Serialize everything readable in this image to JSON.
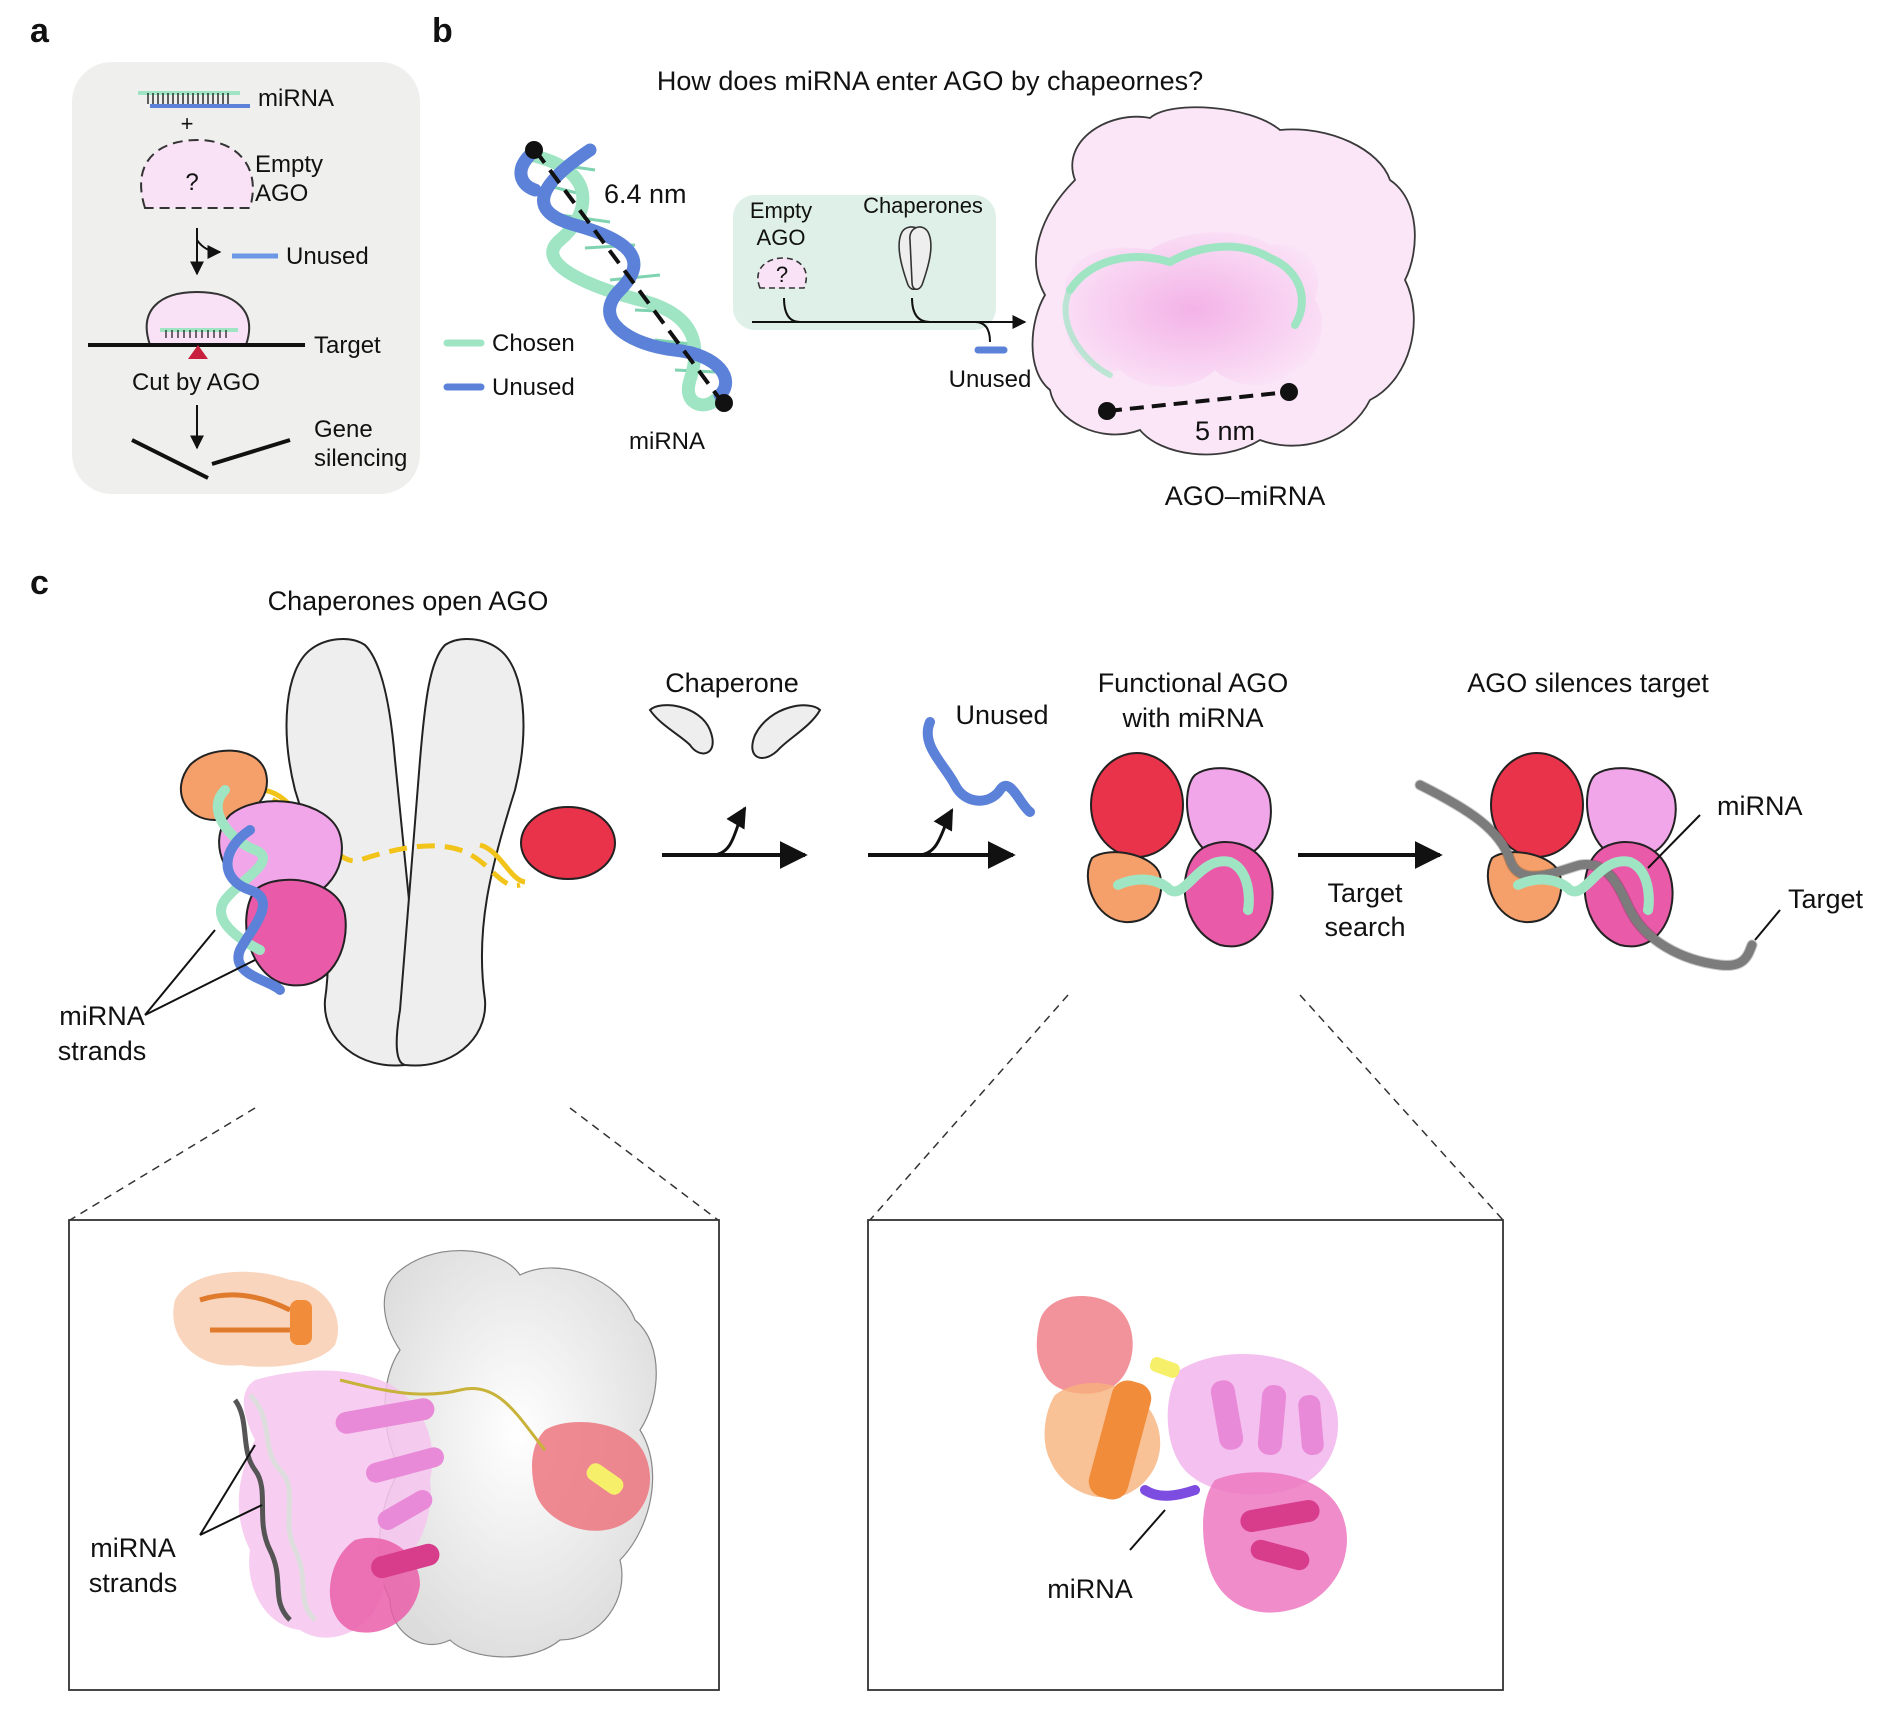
{
  "panels": {
    "a": {
      "letter": "a",
      "mirna_label": "miRNA",
      "plus": "+",
      "empty_ago_line1": "Empty",
      "empty_ago_line2": "AGO",
      "question": "?",
      "unused_label": "Unused",
      "target_label": "Target",
      "cut_label": "Cut by AGO",
      "gene_line1": "Gene",
      "gene_line2": "silencing"
    },
    "b": {
      "letter": "b",
      "title": "How does miRNA enter AGO by chapeornes?",
      "distance_mirna": "6.4 nm",
      "legend_chosen": "Chosen",
      "legend_unused": "Unused",
      "mirna_label": "miRNA",
      "empty_ago_line1": "Empty",
      "empty_ago_line2": "AGO",
      "question": "?",
      "chaperones_label": "Chaperones",
      "unused_label": "Unused",
      "distance_ago": "5 nm",
      "ago_mirna_label": "AGO–miRNA"
    },
    "c": {
      "letter": "c",
      "step1_title": "Chaperones open AGO",
      "mirna_strands_line1": "miRNA",
      "mirna_strands_line2": "strands",
      "chaperone_label": "Chaperone",
      "unused_label": "Unused",
      "functional_line1": "Functional AGO",
      "functional_line2": "with miRNA",
      "target_search_line1": "Target",
      "target_search_line2": "search",
      "silences_title": "AGO silences target",
      "mirna_label": "miRNA",
      "target_label": "Target",
      "inset_left_line1": "miRNA",
      "inset_left_line2": "strands",
      "inset_right_mirna": "miRNA"
    }
  },
  "colors": {
    "chosen": "#9fe5c4",
    "unused": "#5b82d8",
    "ago_pink": "#f7d6f2",
    "panel_bg": "#efefed",
    "chaperone_gray": "#eeeeee",
    "red": "#e8334a",
    "orange": "#f5a06a",
    "magenta": "#f2a6ea",
    "hotpink": "#e95aa8",
    "yellow": "#f2c318",
    "target_gray": "#9a9a9a"
  }
}
